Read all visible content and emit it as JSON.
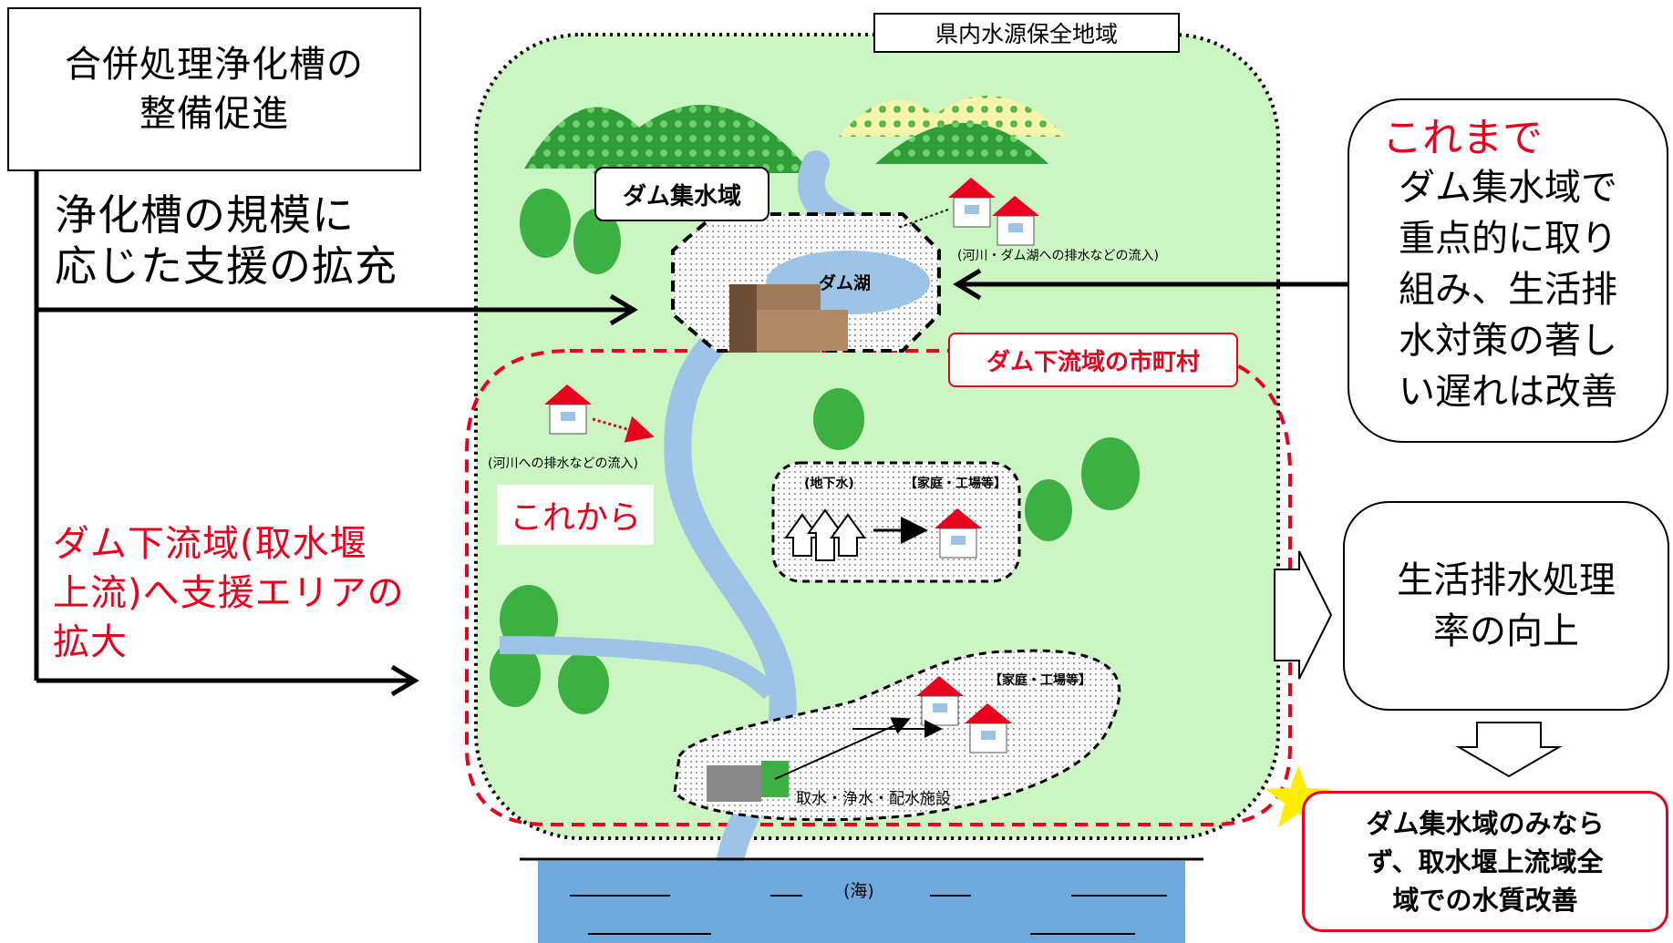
{
  "left": {
    "title_box": "合併処理浄化槽の\n整備促進",
    "support_text": "浄化槽の規模に\n応じた支援の拡充",
    "expand_text": "ダム下流域(取水堰\n上流)へ支援エリアの\n拡大"
  },
  "map": {
    "region_label": "県内水源保全地域",
    "dam_catchment_label": "ダム集水域",
    "dam_lake_label": "ダム湖",
    "downstream_label": "ダム下流域の市町村",
    "house_flow_note_top": "(河川・ダム湖への排水などの流入)",
    "house_flow_note_left": "(河川への排水などの流入)",
    "future_label": "これから",
    "groundwater_label": "(地下水)",
    "home_factory_label_1": "【家庭・工場等】",
    "home_factory_label_2": "【家庭・工場等】",
    "facility_label": "取水・浄水・配水施設",
    "sea_label": "(海)"
  },
  "right": {
    "past_title": "これまで",
    "past_text": "ダム集水域で\n重点的に取り\n組み、生活排\n水対策の著し\nい遅れは改善",
    "result_text": "生活排水処理\n率の向上",
    "goal_text": "ダム集水域のみなら\nず、取水堰上流域全\n域での水質改善"
  },
  "colors": {
    "accent_red": "#e8001c",
    "land_green": "#ccf5c4",
    "water_blue": "#9dc3e6",
    "sea_blue": "#6fa8dc",
    "mountain_green": "#3cb043",
    "star_yellow": "#ffee00"
  }
}
